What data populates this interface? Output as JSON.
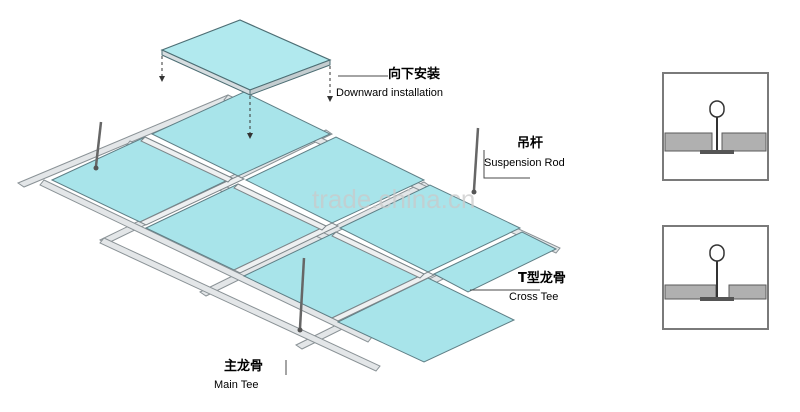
{
  "colors": {
    "panel_fill": "#a8e4ea",
    "panel_stroke": "#5f7f86",
    "grid_rail": "#d2d6d8",
    "leader_line": "#4a4a4a",
    "detail_gray": "#9a9a9a"
  },
  "labels": {
    "downward": {
      "cn": "向下安装",
      "en": "Downward installation"
    },
    "rod": {
      "cn": "吊杆",
      "en": "Suspension Rod"
    },
    "cross_tee": {
      "cn": "T型龙骨",
      "en": "Cross Tee"
    },
    "main_tee": {
      "cn": "主龙骨",
      "en": "Main Tee"
    }
  },
  "watermark": "trade.china.cn",
  "details": [
    {
      "name": "install-detail-top"
    },
    {
      "name": "install-detail-bottom"
    }
  ]
}
